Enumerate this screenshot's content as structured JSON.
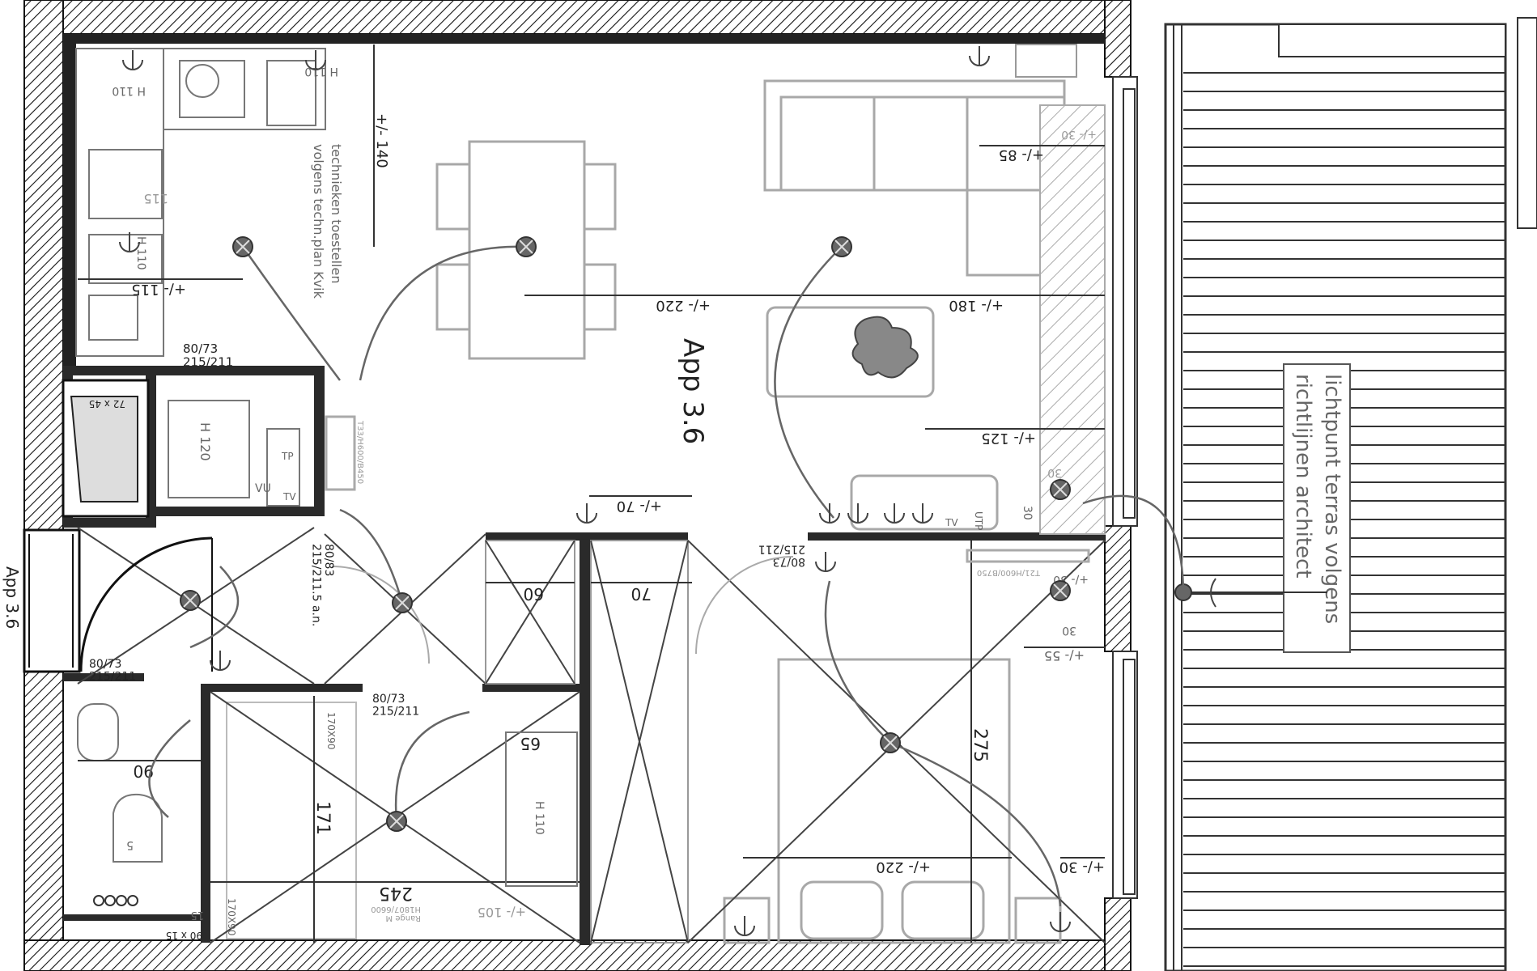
{
  "labels": {
    "apartment_main": "App 3.6",
    "apartment_side": "App 3.6",
    "kitchen_note_line1": "technieken toestellen",
    "kitchen_note_line2": "volgens techn.plan Kvik",
    "terrace_note_line1": "lichtpunt terras volgens",
    "terrace_note_line2": "richtlijnen architect"
  },
  "dimensions": {
    "d140": "+/- 140",
    "d220_living": "+/- 220",
    "d180": "+/- 180",
    "d85": "+/- 85",
    "d30_a": "+/- 30",
    "d125": "+/- 125",
    "d30_b": "30",
    "d70_living": "+/- 70",
    "d30_v": "30",
    "d115_a": "115",
    "d115_b": "+/- 115",
    "d60": "60",
    "d70_hall": "70",
    "d30_bed_a": "30",
    "d30_bed_b": "+/- 30",
    "d55": "+/- 55",
    "d275": "275",
    "d220_bed": "+/- 220",
    "d30_bed_c": "+/- 30",
    "d171": "171",
    "d245": "245",
    "d65": "65",
    "d105": "+/- 105",
    "d90": "90",
    "d5": "5",
    "d15": "15"
  },
  "doors": {
    "kitchen_door": "80/73\n215/211",
    "hall_door": "80/83\n215/211.5 a.n.",
    "toilet_door": "80/73\n215/211",
    "bath_door": "80/73\n215/211",
    "bedroom_door": "80/73\n215/211"
  },
  "heights": {
    "h110_a": "H 110",
    "h110_b": "H 110",
    "h110_c": "H 110",
    "h120": "H 120",
    "h110_bath": "H 110"
  },
  "small": {
    "window_72x45": "72 x 45",
    "window_90x15": "90 x 15",
    "bath_170x90_a": "170X90",
    "bath_170x90_b": "170X90",
    "sink_label": "Range M\nH1807/6600",
    "radiator_bed": "T21/H600/B750",
    "radiator_hall": "T33/H600/B450",
    "tv_a": "TV",
    "tv_b": "TV",
    "tp": "TP",
    "vu": "VU",
    "utp": "UTP"
  }
}
